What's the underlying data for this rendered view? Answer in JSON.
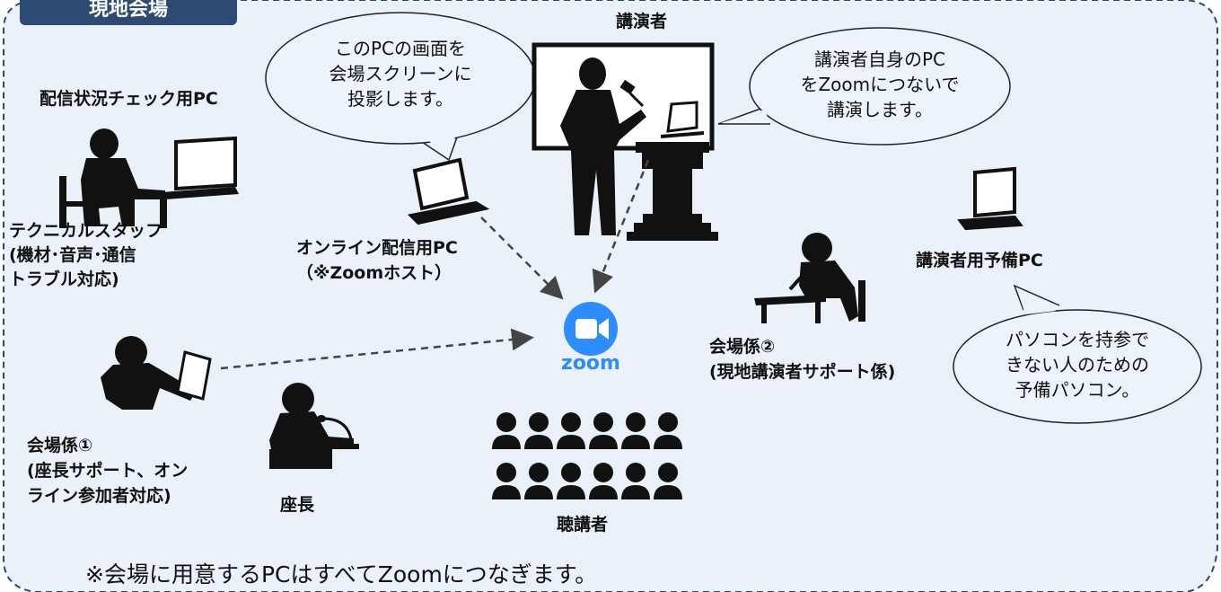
{
  "venue_tag": "現地会場",
  "bubbles": {
    "host_pc": [
      "このPCの画面を",
      "会場スクリーンに",
      "投影します。"
    ],
    "speaker_pc": [
      "講演者自身のPC",
      "をZoomにつないで",
      "講演します。"
    ],
    "spare_pc": [
      "パソコンを持参で",
      "きない人のための",
      "予備パソコン。"
    ]
  },
  "labels": {
    "monitor_pc": "配信状況チェック用PC",
    "tech_staff": "テクニカルスタッフ\n(機材･音声･通信\nトラブル対応)",
    "host_pc": "オンライン配信用PC\n（※Zoomホスト）",
    "speaker": "講演者",
    "spare_pc": "講演者用予備PC",
    "venue_staff_2": "会場係②\n(現地講演者サポート係)",
    "venue_staff_1": "会場係①\n(座長サポート、オン\nライン参加者対応)",
    "chair": "座長",
    "audience": "聴講者"
  },
  "zoom_logo": "zoom",
  "footnote": "※会場に用意するPCはすべてZoomにつなぎます。",
  "colors": {
    "tag": "#2d4a72",
    "dashed_border": "#2d4a72",
    "background": "#eaf1f9",
    "bubble_fill": "#edf3fa",
    "zoom": "#2D8CFF",
    "silhouette": "#111111"
  }
}
